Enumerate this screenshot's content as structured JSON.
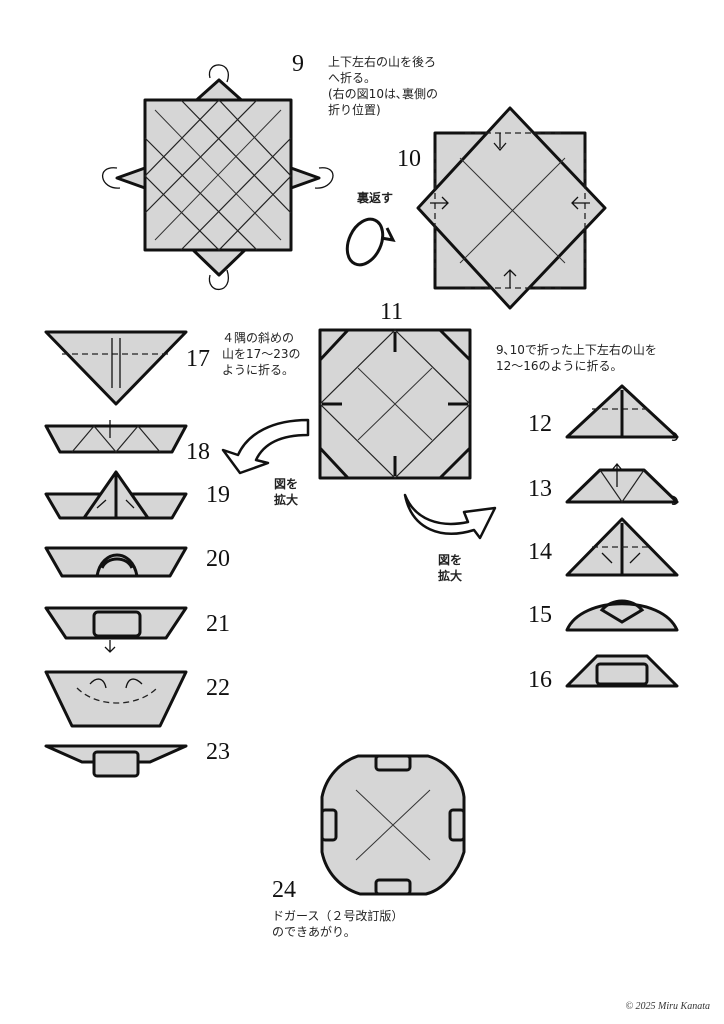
{
  "steps": {
    "s9": {
      "num": "9",
      "text": "上下左右の山を後ろ\nへ折る。\n(右の図10は､裏側の\n折り位置)"
    },
    "s10": {
      "num": "10",
      "flip_label": "裏返す"
    },
    "s11": {
      "num": "11",
      "left_text": "４隅の斜めの\n山を17〜23の\nように折る。",
      "right_text": "9､10で折った上下左右の山を\n12〜16のように折る。",
      "enlarge_left": "図を\n拡大",
      "enlarge_right": "図を\n拡大"
    },
    "s12": {
      "num": "12"
    },
    "s13": {
      "num": "13"
    },
    "s14": {
      "num": "14"
    },
    "s15": {
      "num": "15"
    },
    "s16": {
      "num": "16"
    },
    "s17": {
      "num": "17"
    },
    "s18": {
      "num": "18"
    },
    "s19": {
      "num": "19"
    },
    "s20": {
      "num": "20"
    },
    "s21": {
      "num": "21"
    },
    "s22": {
      "num": "22"
    },
    "s23": {
      "num": "23"
    },
    "s24": {
      "num": "24",
      "text": "ドガース（２号改訂版）\nのできあがり。"
    }
  },
  "copyright": "© 2025 Miru Kanata"
}
